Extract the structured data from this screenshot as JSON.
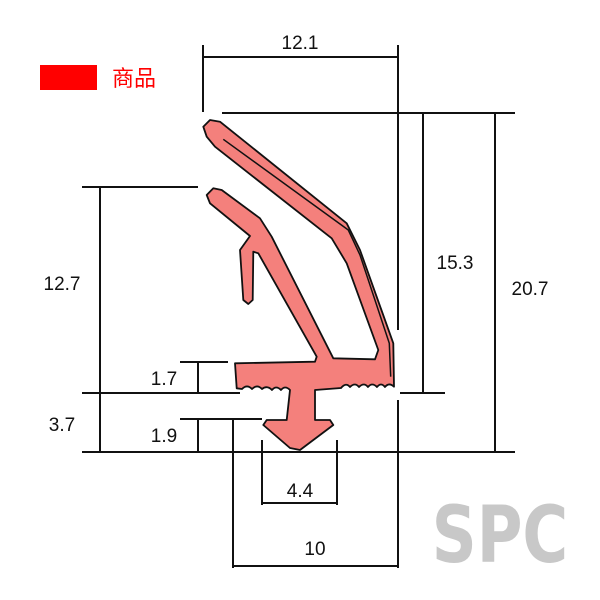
{
  "legend": {
    "label": "商品",
    "color": "#ff0000"
  },
  "profile": {
    "fill_color": "#f4807c",
    "outline_color": "#111111"
  },
  "dimensions": {
    "top_width": "12.1",
    "overall_height": "20.7",
    "lip_height": "15.3",
    "inner_lip_height": "12.7",
    "base_to_bottom": "3.7",
    "base_thickness": "1.7",
    "stem_height": "1.9",
    "stem_width": "4.4",
    "base_width": "10"
  },
  "watermark": "SPC"
}
